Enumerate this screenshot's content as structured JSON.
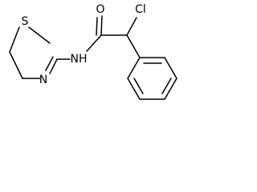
{
  "molecule": {
    "atoms": {
      "S1": "S",
      "N3": "N",
      "NH": "NH",
      "O": "O",
      "Cl": "Cl"
    }
  },
  "colors": {
    "bond": "#000000",
    "label": "#000000",
    "background": "#ffffff"
  }
}
